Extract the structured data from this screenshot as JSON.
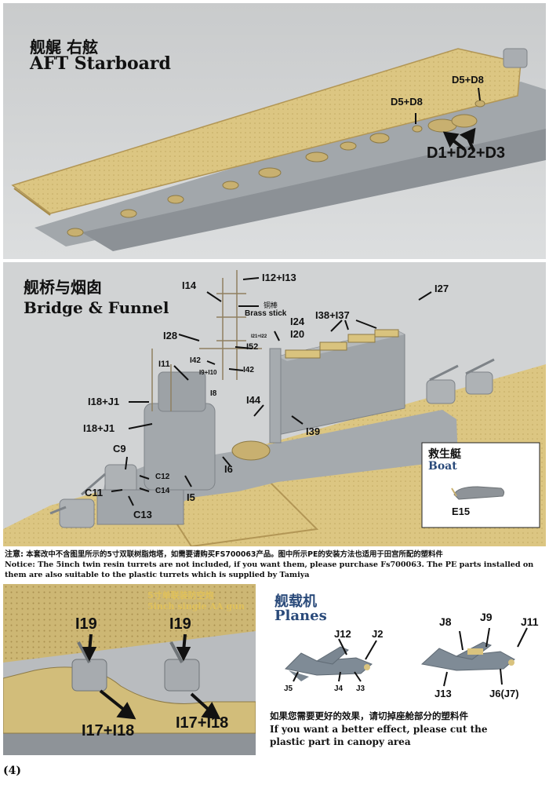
{
  "sections": {
    "aft": {
      "title_cn": "舰艉 右舷",
      "title_en": "AFT Starboard",
      "labels": {
        "d5d8_a": "D5+D8",
        "d5d8_b": "D5+D8",
        "d1d2d3": "D1+D2+D3"
      }
    },
    "bridge": {
      "title_cn": "舰桥与烟囱",
      "title_en": "Bridge & Funnel",
      "brass_cn": "铜棒",
      "brass_en": "Brass stick",
      "labels": {
        "i14": "I14",
        "i12i13": "I12+I13",
        "i27": "I27",
        "i21i22": "I21+I22",
        "i24": "I24",
        "i38i37": "I38+I37",
        "i28": "I28",
        "i20": "I20",
        "i52": "I52",
        "i42a": "I42",
        "i9i10": "I9+I10",
        "i42b": "I42",
        "i11": "I11",
        "i8": "I8",
        "i18j1a": "I18+J1",
        "i44": "I44",
        "i18j1b": "I18+J1",
        "i39": "I39",
        "c9": "C9",
        "i6": "I6",
        "c12": "C12",
        "c11": "C11",
        "c14": "C14",
        "i5": "I5",
        "c13": "C13"
      },
      "boat_cn": "救生艇",
      "boat_en": "Boat",
      "boat_part": "E15"
    },
    "notice": {
      "cn_prefix": "注意:",
      "cn": " 本套改中不含图里所示的5寸双联树脂炮塔，如需要请购买FS700063产品。图中所示PE的安装方法也适用于田宫所配的塑料件",
      "en": "Notice: The 5inch twin resin turrets are not included, if you want them, please purchase Fs700063. The PE parts installed on them are also suitable to the plastic turrets which is supplied by Tamiya"
    },
    "aa_gun": {
      "title_cn": "5寸单联装防空炮",
      "title_en": "5inch single AA gun",
      "labels": {
        "i19a": "I19",
        "i19b": "I19",
        "i17i18a": "I17+I18",
        "i17i18b": "I17+I18"
      }
    },
    "planes": {
      "title_cn": "舰载机",
      "title_en": "Planes",
      "labels": {
        "j12": "J12",
        "j2": "J2",
        "j8": "J8",
        "j9": "J9",
        "j11": "J11",
        "j5": "J5",
        "j4": "J4",
        "j3": "J3",
        "j13": "J13",
        "j6j7": "J6(J7)"
      },
      "tip_cn": "如果您需要更好的效果，请切掉座舱部分的塑料件",
      "tip_en_1": "If you want a better effect, please cut the",
      "tip_en_2": "plastic part in canopy area"
    }
  },
  "page_number": "(4)",
  "colors": {
    "photo_bg": "#cfd1d2",
    "brass": "#d9c37e",
    "brass_dark": "#b89a50",
    "hull_grey": "#9ea3a8",
    "dark_grey": "#7e8388",
    "boat_bg": "#ffffff"
  }
}
